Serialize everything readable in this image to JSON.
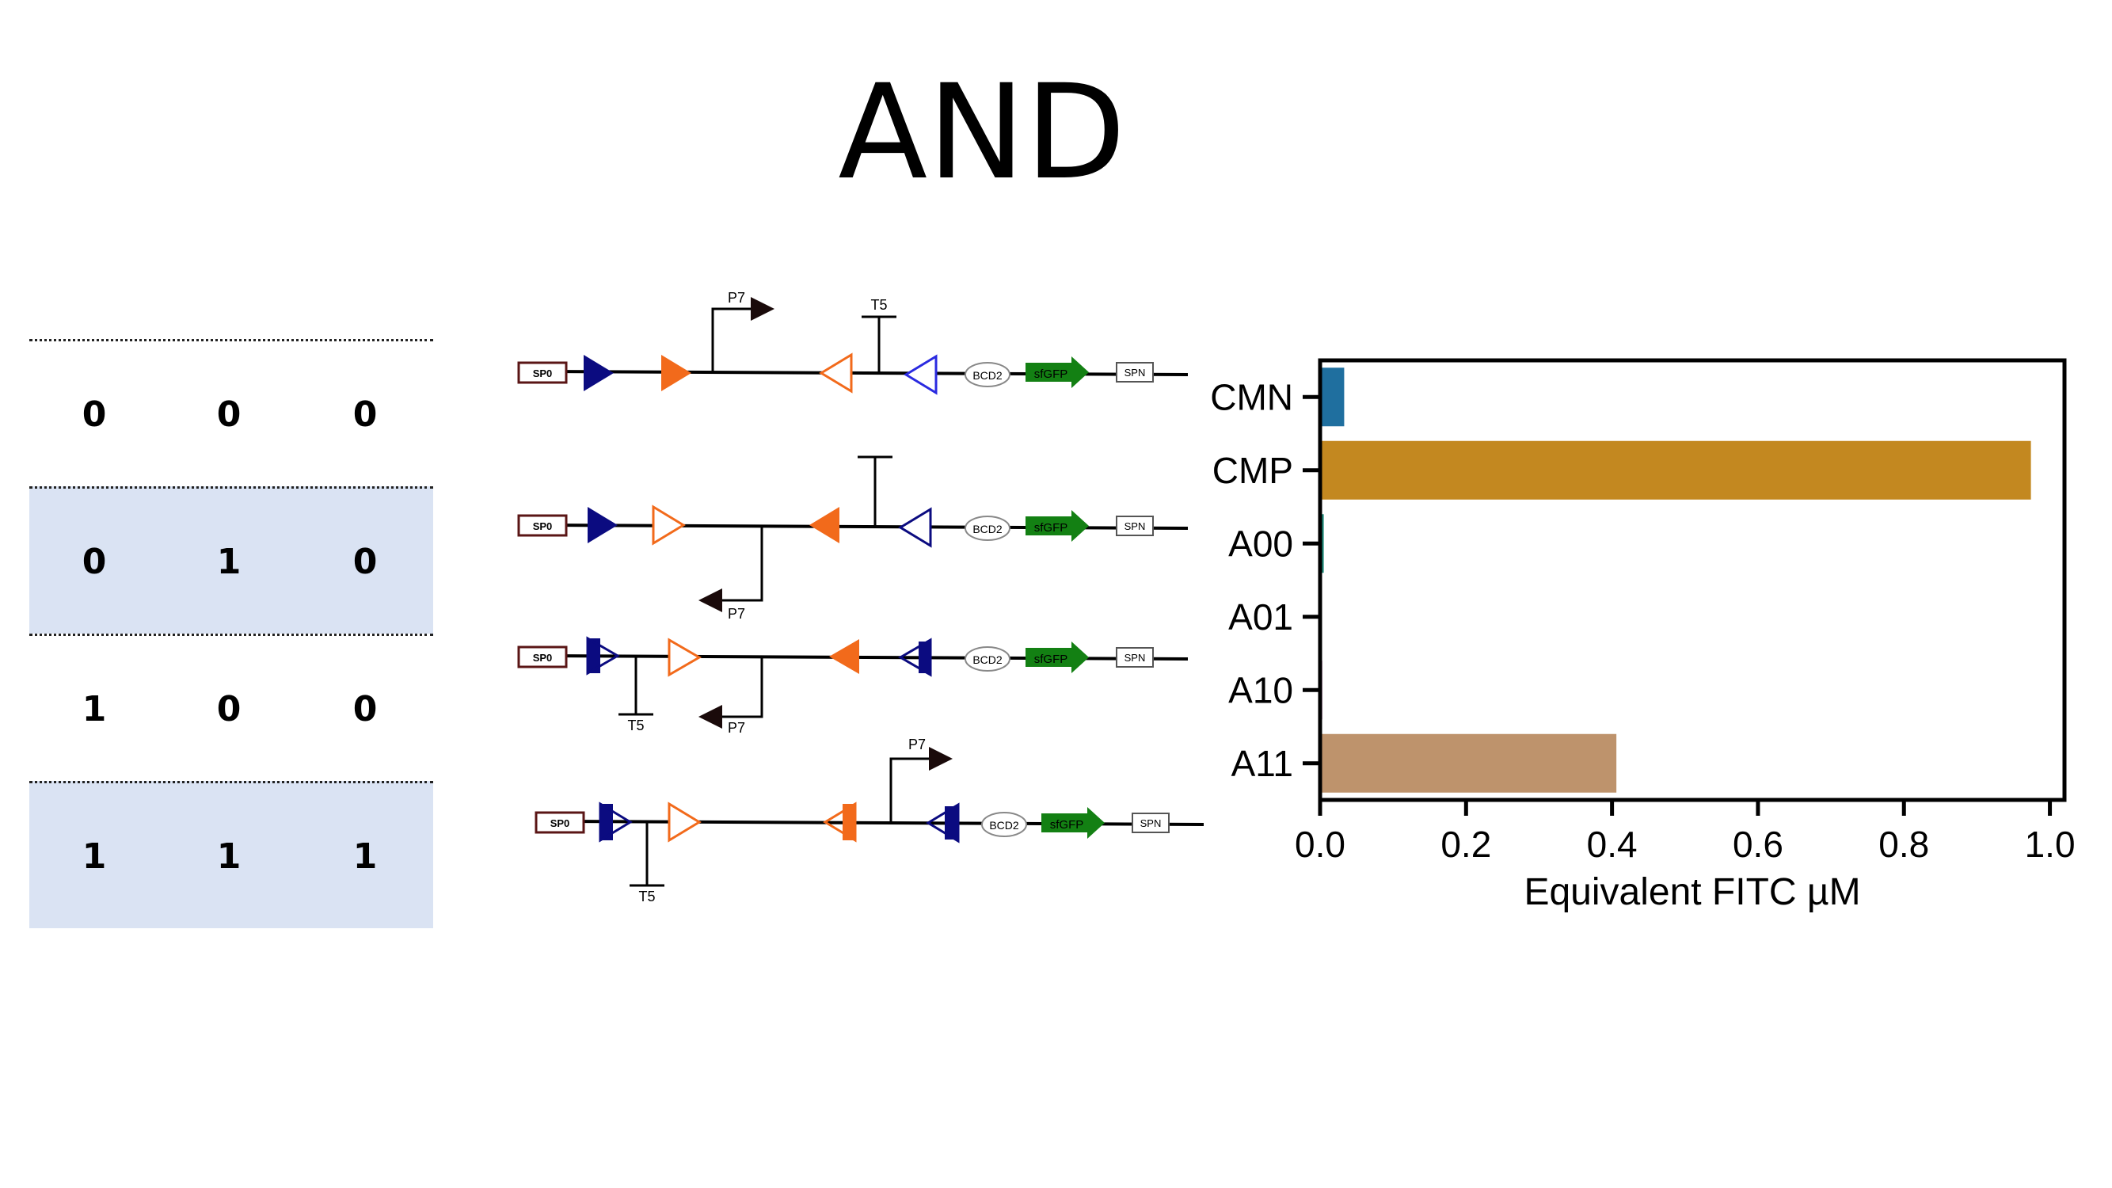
{
  "title": "AND",
  "truth_table": {
    "rows": [
      [
        "0",
        "0",
        "0"
      ],
      [
        "0",
        "1",
        "0"
      ],
      [
        "1",
        "0",
        "0"
      ],
      [
        "1",
        "1",
        "1"
      ]
    ]
  },
  "circuit_labels": {
    "spo": "SP0",
    "bcd2": "BCD2",
    "sfgfp": "sfGFP",
    "spn": "SPN",
    "p7": "P7",
    "t5": "T5"
  },
  "colors": {
    "navy": "#0b0b80",
    "blue": "#2a2ae0",
    "orange": "#f26a1b",
    "green": "#138013",
    "table_shade": "#dae3f3"
  },
  "chart_data": {
    "type": "bar",
    "orientation": "horizontal",
    "categories": [
      "CMN",
      "CMP",
      "A00",
      "A01",
      "A10",
      "A11"
    ],
    "values": [
      0.033,
      0.974,
      0.005,
      0.0,
      0.003,
      0.406
    ],
    "colors": [
      "#1f6f9f",
      "#c38820",
      "#1f8a7a",
      "#b05a3a",
      "#c46bb0",
      "#be936c"
    ],
    "xlabel": "Equivalent FITC µM",
    "ylabel": "",
    "xlim": [
      0.0,
      1.02
    ],
    "xticks": [
      "0.0",
      "0.2",
      "0.4",
      "0.6",
      "0.8",
      "1.0"
    ],
    "grid": false
  }
}
